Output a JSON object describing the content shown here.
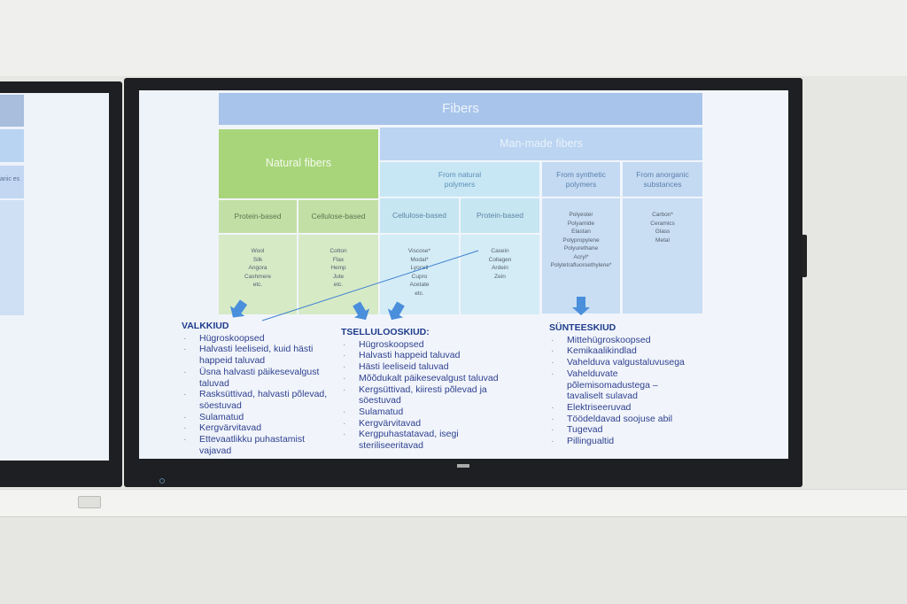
{
  "slide": {
    "title": "Fibers",
    "natural": "Natural fibers",
    "manmade": "Man-made fibers",
    "from_natural": "From natural polymers",
    "from_synthetic": "From synthetic polymers",
    "from_anorganic": "From anorganic substances",
    "nat_protein": "Protein-based",
    "nat_cellulose": "Cellulose-based",
    "mm_cellulose": "Cellulose-based",
    "mm_protein": "Protein-based",
    "nat_protein_items": [
      "Wool",
      "Silk",
      "Angora",
      "Cashmere",
      "etc."
    ],
    "nat_cellulose_items": [
      "Cotton",
      "Flax",
      "Hemp",
      "Jute",
      "etc."
    ],
    "mm_cellulose_items": [
      "Viscose*",
      "Modal*",
      "Lyocell",
      "Cupro",
      "Acetate",
      "etc."
    ],
    "mm_protein_items": [
      "Casein",
      "Collagen",
      "Ardein",
      "Zein"
    ],
    "synthetic_items": [
      "Polyester",
      "Polyamide",
      "Elastan",
      "Polypropylene",
      "Polyurethane",
      "Acryl*",
      "Polytetrafluoroethylene*"
    ],
    "anorganic_items": [
      "Carbon*",
      "Ceramics",
      "Glass",
      "Metal"
    ],
    "valkkiud": {
      "title": "VALKKIUD",
      "items": [
        "Hügroskoopsed",
        "Halvasti leeliseid, kuid hästi happeid taluvad",
        "Üsna halvasti päikesevalgust taluvad",
        "Rasksüttivad, halvasti põlevad, söestuvad",
        "Sulamatud",
        "Kergvärvitavad",
        "Ettevaatlikku puhastamist vajavad"
      ]
    },
    "tselluloos": {
      "title": "TSELLULOOSKIUD:",
      "items": [
        "Hügroskoopsed",
        "Halvasti happeid taluvad",
        "Hästi leeliseid taluvad",
        "Mõõdukalt päikesevalgust taluvad",
        "Kergsüttivad, kiiresti põlevad ja söestuvad",
        "Sulamatud",
        "Kergvärvitavad",
        "Kergpuhastatavad, isegi steriliseeritavad"
      ]
    },
    "synteetiline": {
      "title": "SÜNTEESKIUD",
      "items": [
        "Mittehügroskoopsed",
        "Kemikaalikindlad",
        "Vahelduva valgustaluvusega",
        "Vahelduvate põlemisomadustega – tavaliselt sulavad",
        "Elektriseeruvad",
        "Töödeldavad soojuse abil",
        "Tugevad",
        "Pillingualtid"
      ]
    }
  },
  "left_screen": {
    "partial_text": "anic es"
  },
  "colors": {
    "header": "#a8c4ea",
    "green": "#a8d57a",
    "arrow": "#4a8fdc",
    "text": "#2d3f8f"
  }
}
